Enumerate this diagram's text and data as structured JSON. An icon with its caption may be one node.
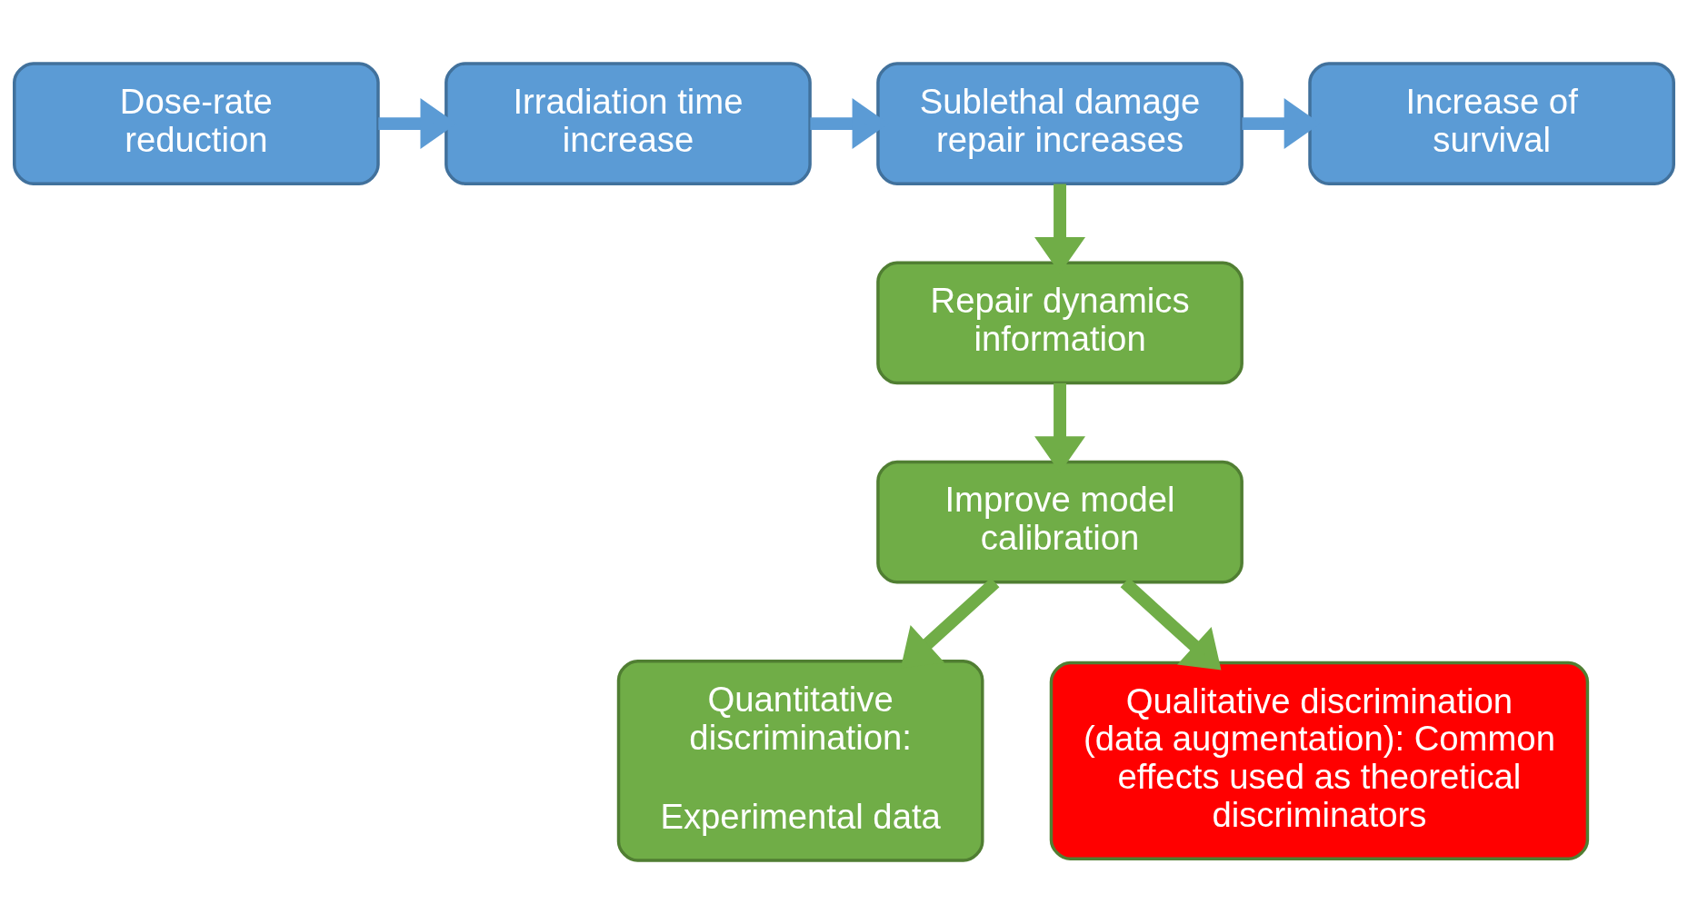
{
  "diagram": {
    "nodes": [
      {
        "text": [
          "Dose-rate reduction"
        ]
      },
      {
        "text": [
          "Irradiation time increase"
        ]
      },
      {
        "text": [
          "Sublethal damage repair increases"
        ]
      },
      {
        "text": [
          "Increase of survival"
        ]
      },
      {
        "text": [
          "Repair dynamics information"
        ]
      },
      {
        "text": [
          "Improve model calibration"
        ]
      },
      {
        "text": [
          "Quantitative discrimination:",
          "Experimental data"
        ]
      },
      {
        "text": [
          "Qualitative discrimination (data augmentation): Common effects used as theoretical discriminators"
        ]
      }
    ],
    "edges": [
      {
        "from": 0,
        "to": 1,
        "arrow": "to",
        "color": "#5b9bd5"
      },
      {
        "from": 1,
        "to": 2,
        "arrow": "to",
        "color": "#5b9bd5"
      },
      {
        "from": 2,
        "to": 3,
        "arrow": "to",
        "color": "#5b9bd5"
      },
      {
        "from": 2,
        "to": 4,
        "arrow": "to"
      },
      {
        "from": 4,
        "to": 5,
        "arrow": "to"
      },
      {
        "from": 5,
        "to": 6,
        "arrow": "to"
      },
      {
        "from": 5,
        "to": 7,
        "arrow": "to"
      }
    ]
  }
}
